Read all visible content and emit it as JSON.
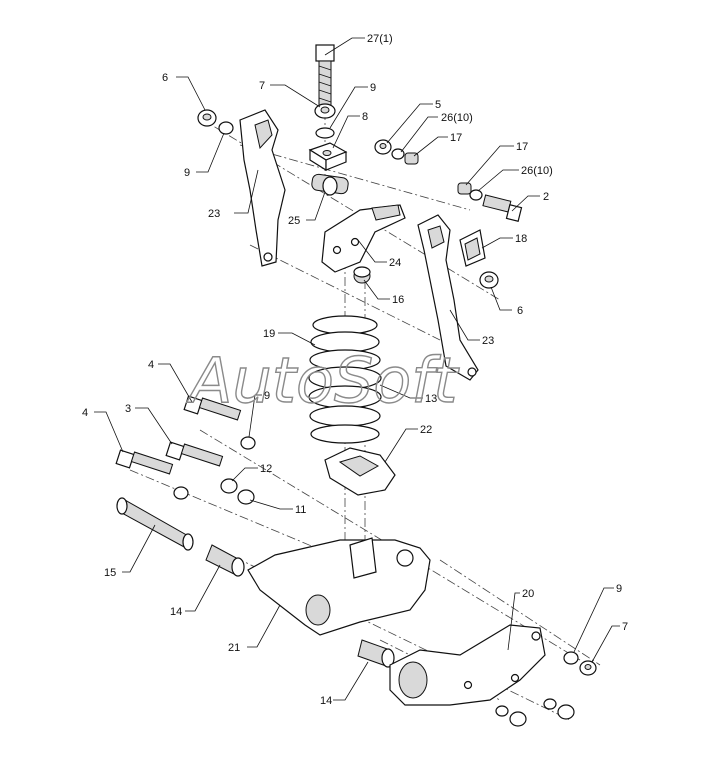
{
  "watermark": "AutoSoft",
  "callouts": [
    {
      "id": "c-27",
      "text": "27(1)"
    },
    {
      "id": "c-6a",
      "text": "6"
    },
    {
      "id": "c-7a",
      "text": "7"
    },
    {
      "id": "c-9a",
      "text": "9"
    },
    {
      "id": "c-8",
      "text": "8"
    },
    {
      "id": "c-5",
      "text": "5"
    },
    {
      "id": "c-26a",
      "text": "26(10)"
    },
    {
      "id": "c-17a",
      "text": "17"
    },
    {
      "id": "c-9b",
      "text": "9"
    },
    {
      "id": "c-17b",
      "text": "17"
    },
    {
      "id": "c-26b",
      "text": "26(10)"
    },
    {
      "id": "c-2",
      "text": "2"
    },
    {
      "id": "c-23a",
      "text": "23"
    },
    {
      "id": "c-25",
      "text": "25"
    },
    {
      "id": "c-18",
      "text": "18"
    },
    {
      "id": "c-24",
      "text": "24"
    },
    {
      "id": "c-6b",
      "text": "6"
    },
    {
      "id": "c-16",
      "text": "16"
    },
    {
      "id": "c-23b",
      "text": "23"
    },
    {
      "id": "c-19",
      "text": "19"
    },
    {
      "id": "c-4a",
      "text": "4"
    },
    {
      "id": "c-13",
      "text": "13"
    },
    {
      "id": "c-9c",
      "text": "9"
    },
    {
      "id": "c-4b",
      "text": "4"
    },
    {
      "id": "c-3",
      "text": "3"
    },
    {
      "id": "c-22",
      "text": "22"
    },
    {
      "id": "c-12",
      "text": "12"
    },
    {
      "id": "c-11",
      "text": "11"
    },
    {
      "id": "c-15",
      "text": "15"
    },
    {
      "id": "c-14a",
      "text": "14"
    },
    {
      "id": "c-20",
      "text": "20"
    },
    {
      "id": "c-9d",
      "text": "9"
    },
    {
      "id": "c-7b",
      "text": "7"
    },
    {
      "id": "c-21",
      "text": "21"
    },
    {
      "id": "c-14b",
      "text": "14"
    }
  ]
}
